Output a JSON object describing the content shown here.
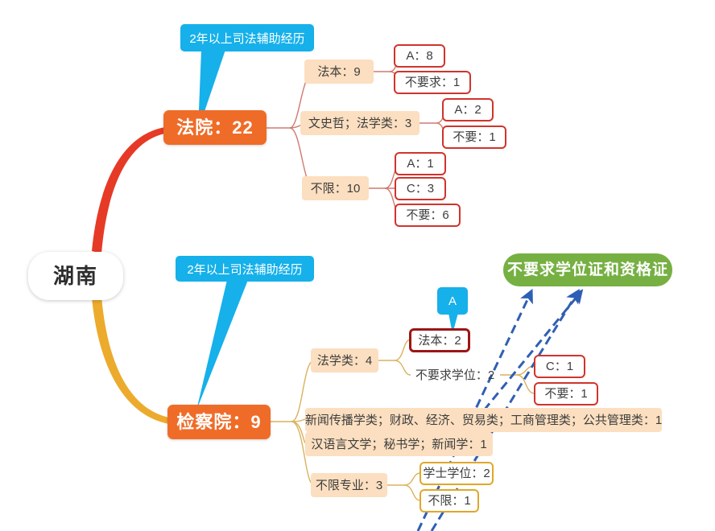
{
  "title": "湖南 法院/检察院 招录条件思维导图",
  "root": {
    "label": "湖南"
  },
  "colors": {
    "root_bg": "#ffffff",
    "main_bg": "#ef6c28",
    "tan_bg": "#fbdfc0",
    "red_border": "#d0342c",
    "red_thick_border": "#9c1616",
    "gold_border": "#e0a72a",
    "green_bg": "#76b043",
    "callout_bg": "#16b0ea",
    "branch_top_line": "#e63a26",
    "branch_bottom_line": "#ecab2d",
    "arrow_blue": "#2f5fb4"
  },
  "callouts": [
    {
      "id": "callout-court",
      "label": "2年以上司法辅助经历"
    },
    {
      "id": "callout-procuratorate",
      "label": "2年以上司法辅助经历"
    },
    {
      "id": "callout-a",
      "label": "A"
    }
  ],
  "branches": [
    {
      "id": "court",
      "label": "法院：22",
      "children": [
        {
          "label": "法本：9",
          "children": [
            {
              "label": "A：8"
            },
            {
              "label": "不要求：1"
            }
          ]
        },
        {
          "label": "文史哲；法学类：3",
          "children": [
            {
              "label": "A：2"
            },
            {
              "label": "不要：1"
            }
          ]
        },
        {
          "label": "不限：10",
          "children": [
            {
              "label": "A：1"
            },
            {
              "label": "C：3"
            },
            {
              "label": "不要：6"
            }
          ]
        }
      ]
    },
    {
      "id": "procuratorate",
      "label": "检察院：9",
      "children": [
        {
          "label": "法学类：4",
          "children": [
            {
              "label": "法本：2"
            },
            {
              "label": "不要求学位：2",
              "children": [
                {
                  "label": "C：1"
                },
                {
                  "label": "不要：1"
                }
              ]
            }
          ]
        },
        {
          "label": "新闻传播学类；财政、经济、贸易类；工商管理类；公共管理类：1"
        },
        {
          "label": "汉语言文学；秘书学；新闻学：1"
        },
        {
          "label": "不限专业：3",
          "children": [
            {
              "label": "学士学位：2"
            },
            {
              "label": "不限：1"
            }
          ]
        }
      ]
    }
  ],
  "floating": {
    "green_label": "不要求学位证和资格证"
  }
}
